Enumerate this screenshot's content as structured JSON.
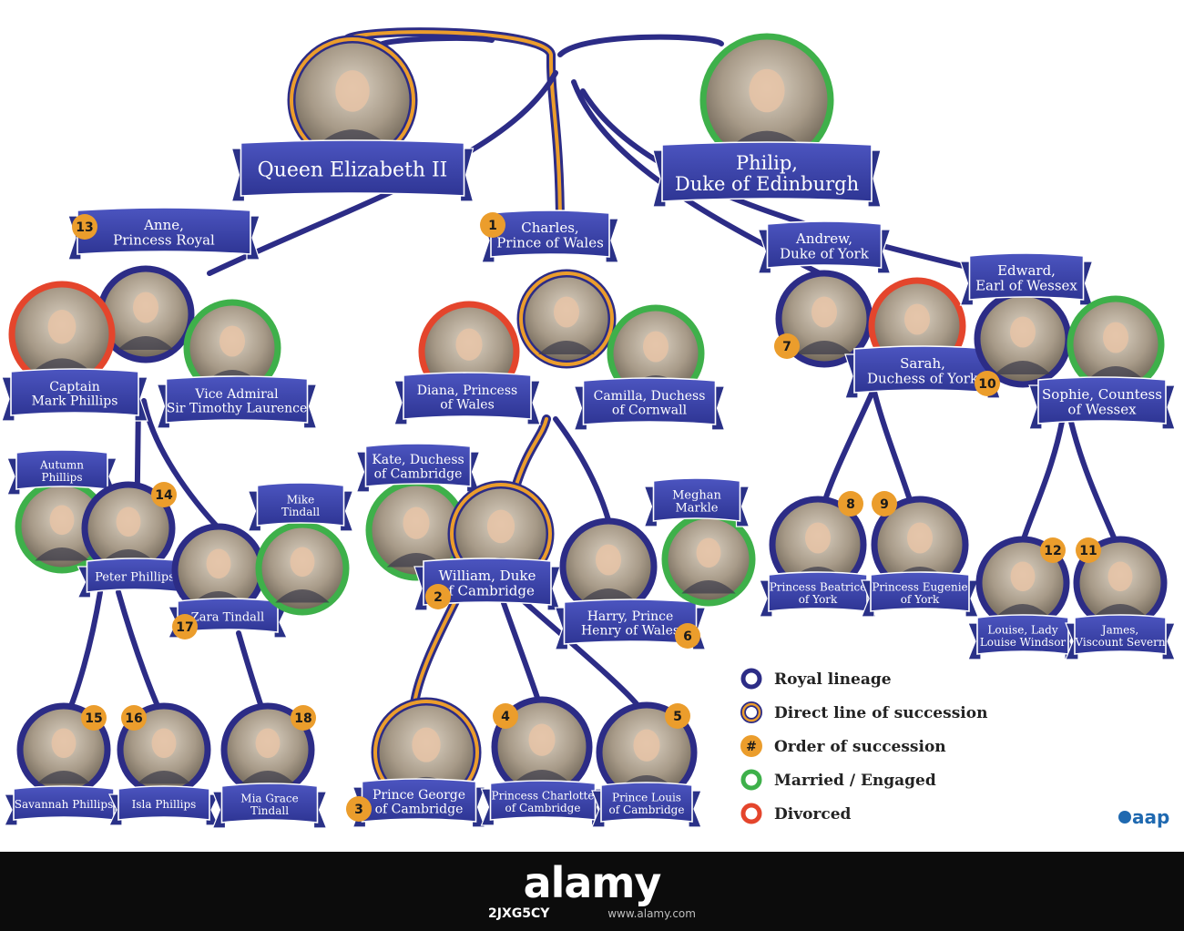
{
  "colors": {
    "lineage": "#2c2c86",
    "succession": "#eb9d2c",
    "married": "#3eb04a",
    "divorced": "#e4452c",
    "banner": "#3b43a8",
    "badge": "#eb9d2c"
  },
  "people": [
    {
      "id": "qe2",
      "label": "Queen Elizabeth II",
      "ring": "succession",
      "image": "photo-portrait"
    },
    {
      "id": "philip",
      "label": "Philip,\nDuke of Edinburgh",
      "ring": "married",
      "image": "photo-portrait"
    },
    {
      "id": "anne",
      "label": "Anne,\nPrincess Royal",
      "ring": "lineage",
      "order": "13",
      "image": "photo-portrait"
    },
    {
      "id": "mark",
      "label": "Captain\nMark Phillips",
      "ring": "divorced",
      "image": "photo-portrait"
    },
    {
      "id": "timothy",
      "label": "Vice Admiral\nSir Timothy Laurence",
      "ring": "married",
      "image": "photo-portrait"
    },
    {
      "id": "charles",
      "label": "Charles,\nPrince of Wales",
      "ring": "succession",
      "order": "1",
      "image": "photo-portrait"
    },
    {
      "id": "diana",
      "label": "Diana, Princess\nof Wales",
      "ring": "divorced",
      "image": "photo-portrait"
    },
    {
      "id": "camilla",
      "label": "Camilla, Duchess\nof Cornwall",
      "ring": "married",
      "image": "photo-portrait"
    },
    {
      "id": "andrew",
      "label": "Andrew,\nDuke of York",
      "ring": "lineage",
      "order": "7",
      "image": "photo-portrait"
    },
    {
      "id": "sarah",
      "label": "Sarah,\nDuchess of York",
      "ring": "divorced",
      "image": "photo-portrait"
    },
    {
      "id": "edward",
      "label": "Edward,\nEarl of Wessex",
      "ring": "lineage",
      "order": "10",
      "image": "photo-portrait"
    },
    {
      "id": "sophie",
      "label": "Sophie, Countess\nof Wessex",
      "ring": "married",
      "image": "photo-portrait"
    },
    {
      "id": "autumn",
      "label": "Autumn\nPhillips",
      "ring": "married",
      "image": "photo-portrait"
    },
    {
      "id": "peter",
      "label": "Peter Phillips",
      "ring": "lineage",
      "order": "14",
      "image": "photo-portrait"
    },
    {
      "id": "zara",
      "label": "Zara Tindall",
      "ring": "lineage",
      "order": "17",
      "image": "photo-portrait"
    },
    {
      "id": "mike",
      "label": "Mike\nTindall",
      "ring": "married",
      "image": "photo-portrait"
    },
    {
      "id": "kate",
      "label": "Kate, Duchess\nof Cambridge",
      "ring": "married",
      "image": "photo-portrait"
    },
    {
      "id": "william",
      "label": "William, Duke\nof Cambridge",
      "ring": "succession",
      "order": "2",
      "image": "photo-portrait"
    },
    {
      "id": "harry",
      "label": "Harry, Prince\nHenry of Wales",
      "ring": "lineage",
      "order": "6",
      "image": "photo-portrait"
    },
    {
      "id": "meghan",
      "label": "Meghan\nMarkle",
      "ring": "married",
      "image": "photo-portrait"
    },
    {
      "id": "beatrice",
      "label": "Princess Beatrice\nof York",
      "ring": "lineage",
      "order": "8",
      "image": "photo-portrait"
    },
    {
      "id": "eugenie",
      "label": "Princess Eugenie\nof York",
      "ring": "lineage",
      "order": "9",
      "image": "photo-portrait"
    },
    {
      "id": "louise",
      "label": "Louise, Lady\nLouise Windsor",
      "ring": "lineage",
      "order": "12",
      "image": "photo-portrait"
    },
    {
      "id": "james",
      "label": "James,\nViscount Severn",
      "ring": "lineage",
      "order": "11",
      "image": "photo-portrait"
    },
    {
      "id": "savannah",
      "label": "Savannah Phillips",
      "ring": "lineage",
      "order": "15",
      "image": "photo-portrait"
    },
    {
      "id": "isla",
      "label": "Isla Phillips",
      "ring": "lineage",
      "order": "16",
      "image": "photo-portrait"
    },
    {
      "id": "mia",
      "label": "Mia Grace\nTindall",
      "ring": "lineage",
      "order": "18",
      "image": "photo-portrait"
    },
    {
      "id": "george",
      "label": "Prince George\nof Cambridge",
      "ring": "succession",
      "order": "3",
      "image": "photo-portrait"
    },
    {
      "id": "charlotte",
      "label": "Princess Charlotte\nof Cambridge",
      "ring": "lineage",
      "order": "4",
      "image": "photo-portrait"
    },
    {
      "id": "louis",
      "label": "Prince Louis\nof Cambridge",
      "ring": "lineage",
      "order": "5",
      "image": "photo-portrait"
    }
  ],
  "legend": [
    {
      "key": "lineage",
      "label": "Royal lineage",
      "symbol": ""
    },
    {
      "key": "succession",
      "label": "Direct line of succession",
      "symbol": ""
    },
    {
      "key": "order",
      "label": "Order of succession",
      "symbol": "#"
    },
    {
      "key": "married",
      "label": "Married / Engaged",
      "symbol": ""
    },
    {
      "key": "divorced",
      "label": "Divorced",
      "symbol": ""
    }
  ],
  "credit": "aap",
  "footer": {
    "brand": "alamy",
    "image_id": "2JXG5CY",
    "url": "www.alamy.com"
  }
}
